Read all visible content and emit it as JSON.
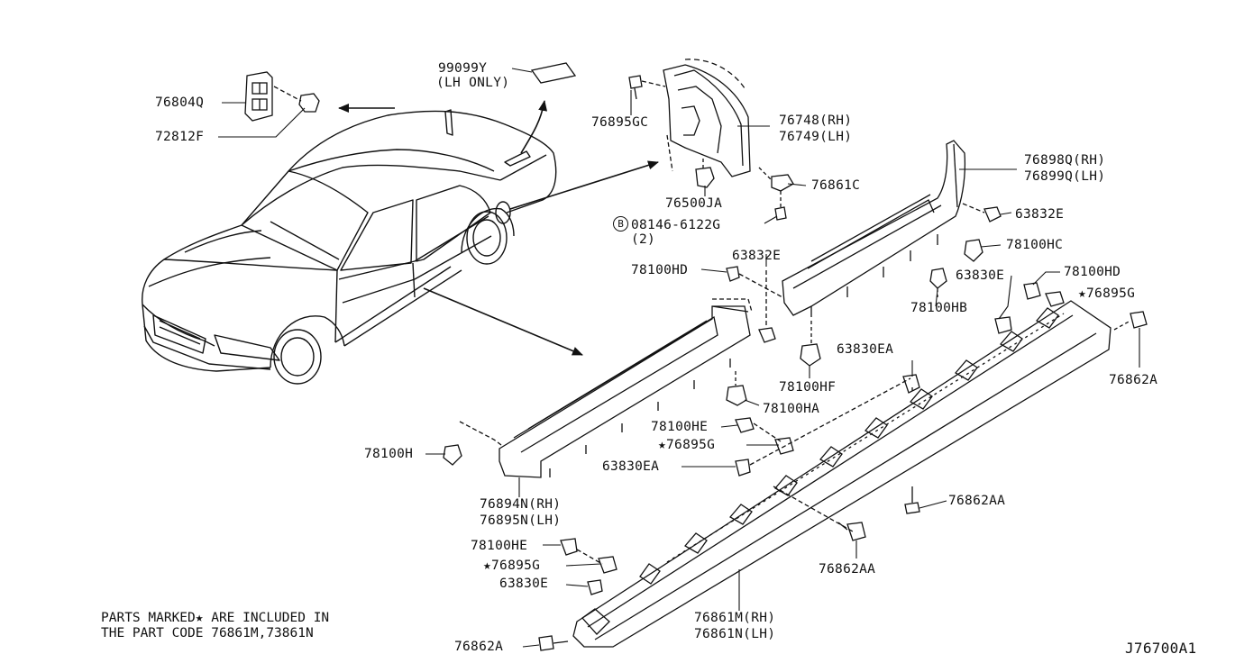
{
  "diagram_code": "J76700A1",
  "note": {
    "line1": "PARTS MARKED★ ARE INCLUDED IN",
    "line2": "THE PART CODE 76861M,73861N"
  },
  "bolt_badge": "B",
  "parts": {
    "p76804Q": "76804Q",
    "p72812F": "72812F",
    "p99099Y": "99099Y",
    "p99099Y_sub": "(LH ONLY)",
    "p76895GC": "76895GC",
    "p76748": "76748(RH)",
    "p76749": "76749(LH)",
    "p76500JA": "76500JA",
    "p76861C": "76861C",
    "p08146": "08146-6122G",
    "p08146_qty": "(2)",
    "p76898Q": "76898Q(RH)",
    "p76899Q": "76899Q(LH)",
    "p63832E_a": "63832E",
    "p78100HC": "78100HC",
    "p63832E_b": "63832E",
    "p78100HD_a": "78100HD",
    "p63830E_a": "63830E",
    "p78100HD_b": "78100HD",
    "p76895G_a": "★76895G",
    "p78100HB": "78100HB",
    "p63830EA_a": "63830EA",
    "p76862A_a": "76862A",
    "p78100HF": "78100HF",
    "p78100HA": "78100HA",
    "p78100HE_a": "78100HE",
    "p76895G_b": "★76895G",
    "p78100H": "78100H",
    "p63830EA_b": "63830EA",
    "p76894N": "76894N(RH)",
    "p76895N": "76895N(LH)",
    "p76862AA_a": "76862AA",
    "p78100HE_b": "78100HE",
    "p76895G_c": "★76895G",
    "p76862AA_b": "76862AA",
    "p63830E_b": "63830E",
    "p76861M": "76861M(RH)",
    "p76861N": "76861N(LH)",
    "p76862A_b": "76862A"
  }
}
